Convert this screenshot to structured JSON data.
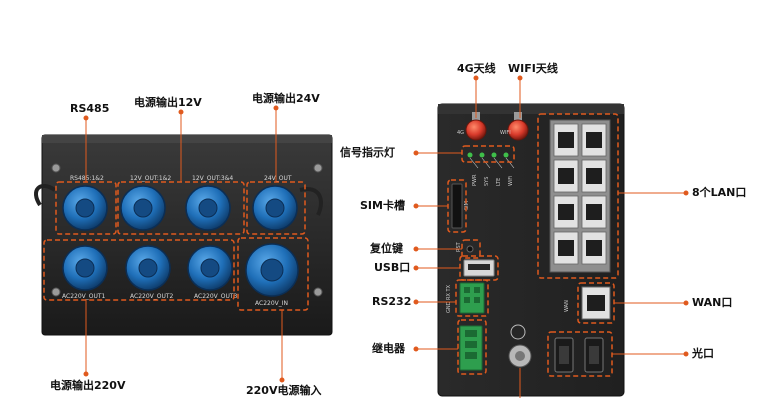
{
  "callouts": {
    "rs485": "RS485",
    "out12v": "电源输出12V",
    "out24v": "电源输出24V",
    "out220v": "电源输出220V",
    "in220v": "220V电源输入",
    "ant4g": "4G天线",
    "antwifi": "WIFI天线",
    "signal": "信号指示灯",
    "sim": "SIM卡槽",
    "reset": "复位键",
    "usb": "USB口",
    "rs232": "RS232",
    "relay": "继电器",
    "lan": "8个LAN口",
    "wan": "WAN口",
    "fiber": "光口"
  },
  "left_panel": {
    "rs485_port": "RS485:1&2",
    "out12_a": "12V_OUT:1&2",
    "out12_b": "12V_OUT:3&4",
    "out24": "24V_OUT",
    "ac_out1": "AC220V_OUT1",
    "ac_out2": "AC220V_OUT2",
    "ac_out3": "AC220V_OUT3",
    "ac_in": "AC220V_IN"
  },
  "right_panel": {
    "ant_4g": "4G",
    "ant_wifi": "WIFI",
    "led_pwr": "PWR",
    "led_sys": "SYS",
    "led_lte": "LTE",
    "led_wifi": "WiFi",
    "sim": "SIM",
    "rst": "RST",
    "wan": "WAN",
    "rs232_pins": "GND RX TX"
  },
  "colors": {
    "accent": "#e05a1e",
    "chassis": "#262626",
    "connector_blue": "#1f6fb8",
    "antenna_red": "#d93a2b",
    "terminal_green": "#2e9e4e"
  }
}
